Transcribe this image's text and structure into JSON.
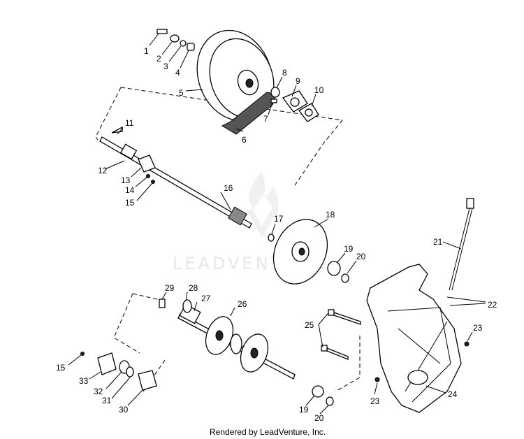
{
  "watermark": "LEADVENTURE",
  "footer": "Rendered by LeadVenture, Inc.",
  "callouts": {
    "c1": "1",
    "c2": "2",
    "c3": "3",
    "c4": "4",
    "c5": "5",
    "c6": "6",
    "c7": "7",
    "c8": "8",
    "c9": "9",
    "c10": "10",
    "c11": "11",
    "c12": "12",
    "c13": "13",
    "c14": "14",
    "c15a": "15",
    "c16": "16",
    "c17": "17",
    "c18": "18",
    "c19a": "19",
    "c20a": "20",
    "c21": "21",
    "c22": "22",
    "c23a": "23",
    "c24": "24",
    "c25": "25",
    "c26": "26",
    "c27": "27",
    "c28": "28",
    "c29": "29",
    "c15b": "15",
    "c33": "33",
    "c32": "32",
    "c31": "31",
    "c30": "30",
    "c23b": "23",
    "c19b": "19",
    "c20b": "20"
  }
}
